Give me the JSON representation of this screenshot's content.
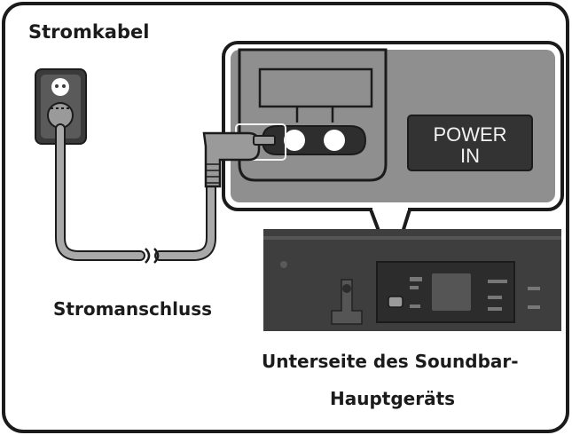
{
  "labels": {
    "power_cable": "Stromkabel",
    "power_outlet": "Stromanschluss",
    "underside_line1": "Unterseite des Soundbar-",
    "underside_line2": "Hauptgeräts"
  },
  "port": {
    "line1": "POWER",
    "line2": "IN"
  },
  "colors": {
    "outline": "#1b1b1b",
    "cable": "#a9a9a9",
    "panel": "#8f8f8f",
    "device_dark": "#3e3e3e",
    "port_box": "#333333"
  }
}
